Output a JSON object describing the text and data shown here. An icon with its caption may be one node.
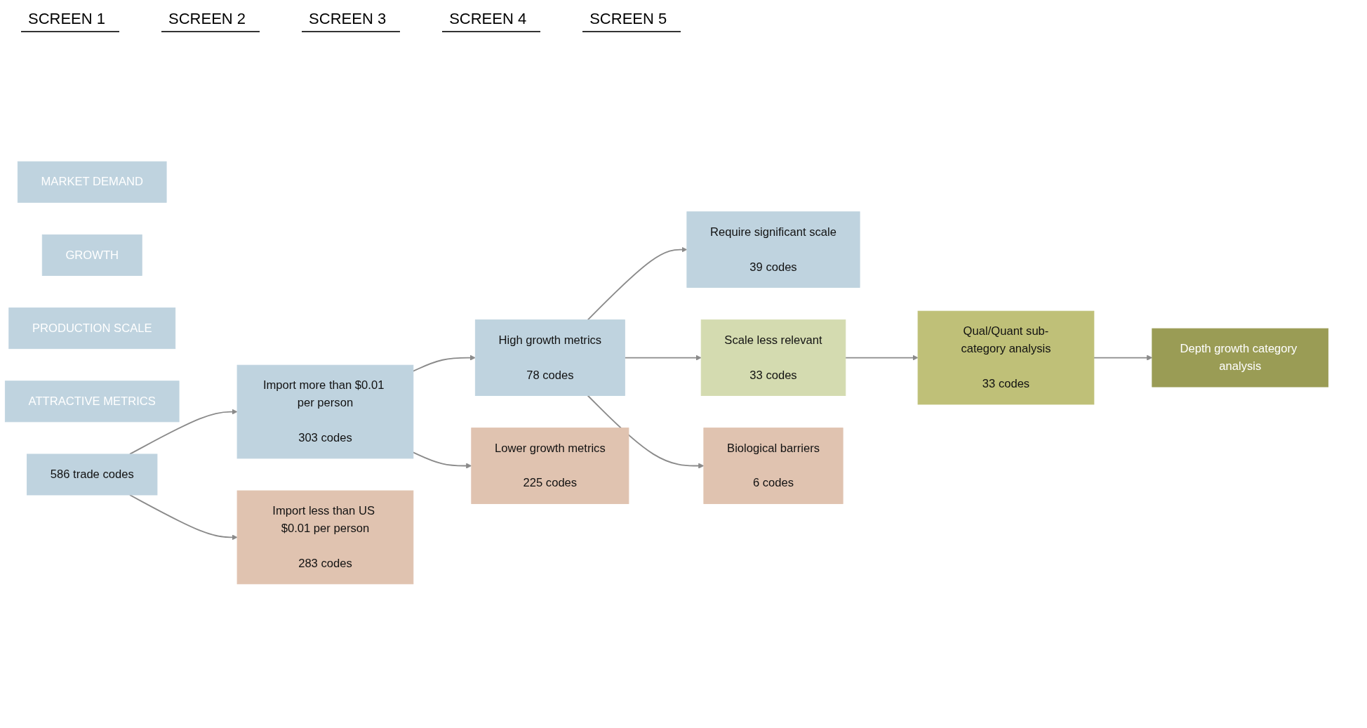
{
  "diagram": {
    "nodes": [
      {
        "text": [
          "MARKET DEMAND"
        ]
      },
      {
        "text": [
          "GROWTH"
        ]
      },
      {
        "text": [
          "PRODUCTION SCALE"
        ]
      },
      {
        "text": [
          "ATTRACTIVE METRICS"
        ]
      },
      {
        "text": [
          "586 trade codes"
        ]
      },
      {
        "text": [
          "Import more than $0.01 per person",
          "303 codes"
        ]
      },
      {
        "text": [
          "Import less than US $0.01 per person",
          "283 codes"
        ]
      },
      {
        "text": [
          "High growth metrics",
          "78 codes"
        ]
      },
      {
        "text": [
          "Lower growth metrics",
          "225 codes"
        ]
      },
      {
        "text": [
          "Require significant scale",
          "39 codes"
        ]
      },
      {
        "text": [
          "Scale less relevant",
          "33 codes"
        ]
      },
      {
        "text": [
          "Biological barriers",
          "6 codes"
        ]
      },
      {
        "text": [
          "Qual/Quant sub-category analysis",
          "33 codes"
        ]
      },
      {
        "text": [
          "Depth growth category analysis"
        ]
      }
    ],
    "edges": [
      {
        "from": 4,
        "to": 5,
        "arrow": "to"
      },
      {
        "from": 4,
        "to": 6,
        "arrow": "to"
      },
      {
        "from": 5,
        "to": 7,
        "arrow": "to"
      },
      {
        "from": 5,
        "to": 8,
        "arrow": "to"
      },
      {
        "from": 7,
        "to": 9,
        "arrow": "to"
      },
      {
        "from": 7,
        "to": 10,
        "arrow": "to"
      },
      {
        "from": 7,
        "to": 11,
        "arrow": "to"
      },
      {
        "from": 10,
        "to": 12,
        "arrow": "to"
      },
      {
        "from": 12,
        "to": 13,
        "arrow": "to"
      }
    ],
    "labels": [
      "SCREEN 1",
      "SCREEN 2",
      "SCREEN 3",
      "SCREEN 4",
      "SCREEN 5"
    ]
  }
}
